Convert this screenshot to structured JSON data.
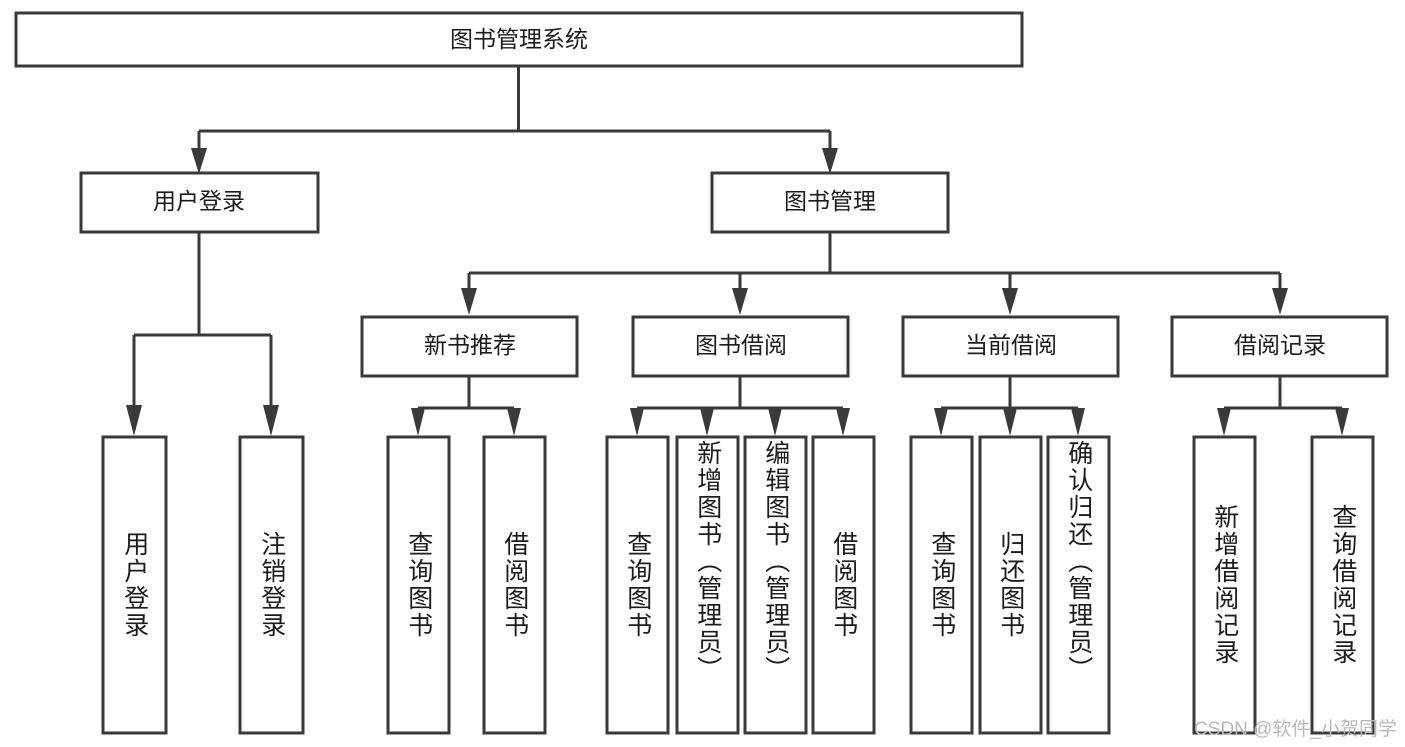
{
  "diagram": {
    "title": "图书管理系统",
    "watermark": "CSDN @软件_小贺同学",
    "root": {
      "label": "图书管理系统"
    },
    "level2": [
      {
        "label": "用户登录"
      },
      {
        "label": "图书管理"
      }
    ],
    "level3": [
      {
        "label": "新书推荐"
      },
      {
        "label": "图书借阅"
      },
      {
        "label": "当前借阅"
      },
      {
        "label": "借阅记录"
      }
    ],
    "leaves": {
      "user_login": [
        {
          "label": "用户登录"
        },
        {
          "label": "注销登录"
        }
      ],
      "new_book_recommend": [
        {
          "label": "查询图书"
        },
        {
          "label": "借阅图书"
        }
      ],
      "book_borrow": [
        {
          "label": "查询图书"
        },
        {
          "label": "新增图书（管理员）"
        },
        {
          "label": "编辑图书（管理员）"
        },
        {
          "label": "借阅图书"
        }
      ],
      "current_borrow": [
        {
          "label": "查询图书"
        },
        {
          "label": "归还图书"
        },
        {
          "label": "确认归还（管理员）"
        }
      ],
      "borrow_record": [
        {
          "label": "新增借阅记录"
        },
        {
          "label": "查询借阅记录"
        }
      ]
    },
    "colors": {
      "stroke": "#3a3a3a",
      "fill": "#ffffff",
      "text": "#1c1c1c",
      "watermark": "#b9b9b9"
    }
  }
}
